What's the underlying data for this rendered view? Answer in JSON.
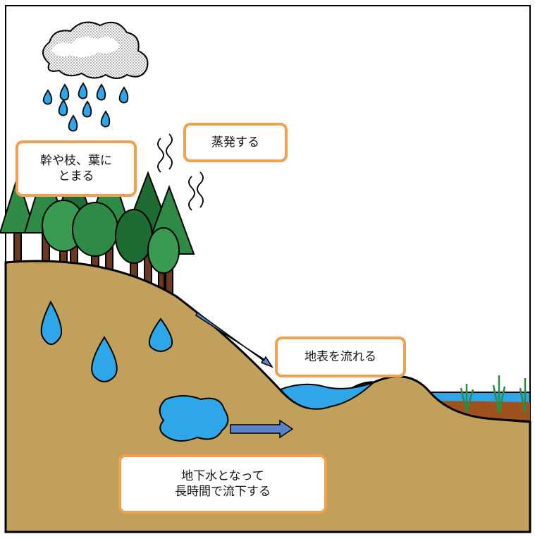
{
  "diagram": {
    "labels": {
      "canopy": "幹や枝、葉に\nとまる",
      "evaporate": "蒸発する",
      "surface_flow": "地表を流れる",
      "groundwater": "地下水となって\n長時間で流下する"
    },
    "colors": {
      "soil": "#c0a05a",
      "water": "#2ea6e8",
      "tree_green": "#2f8a45",
      "tree_dark": "#1e6b34",
      "trunk": "#6b3a1e",
      "arrow": "#5b84c8",
      "label_border": "#f0a050",
      "cloud": "#ffffff"
    },
    "icons": [
      "rain-cloud-icon",
      "raindrop-icon",
      "steam-icon",
      "tree-icon",
      "arrow-icon",
      "reed-icon"
    ]
  }
}
